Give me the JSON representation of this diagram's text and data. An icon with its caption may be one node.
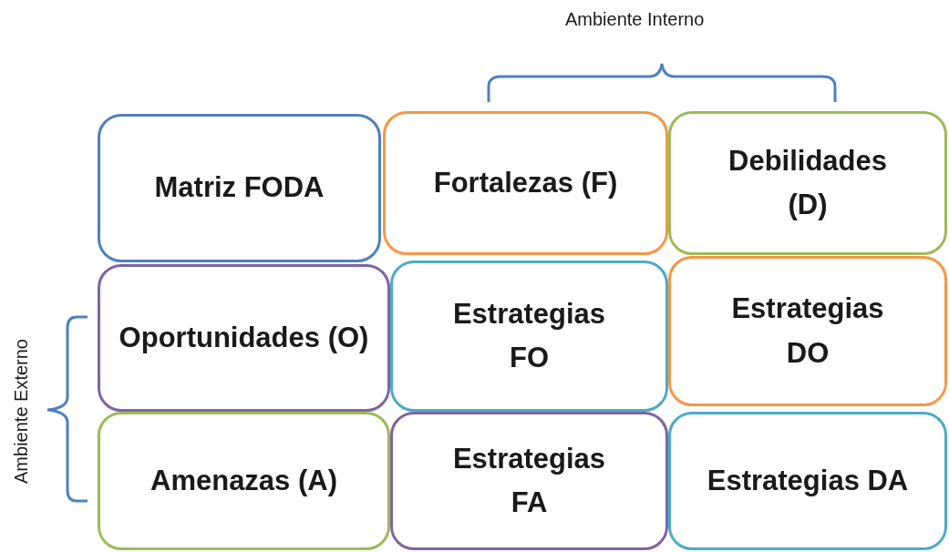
{
  "diagram": {
    "nodes": [
      {
        "text": [
          "Matriz FODA"
        ]
      },
      {
        "text": [
          "Fortalezas (F)"
        ]
      },
      {
        "text": [
          "Debilidades (D)"
        ]
      },
      {
        "text": [
          "Oportunidades (O)"
        ]
      },
      {
        "text": [
          "Estrategias FO"
        ]
      },
      {
        "text": [
          "Estrategias DO"
        ]
      },
      {
        "text": [
          "Amenazas (A)"
        ]
      },
      {
        "text": [
          "Estrategias FA"
        ]
      },
      {
        "text": [
          "Estrategias DA"
        ]
      }
    ],
    "labels": [
      "Ambiente Interno",
      "Ambiente Externo"
    ]
  }
}
